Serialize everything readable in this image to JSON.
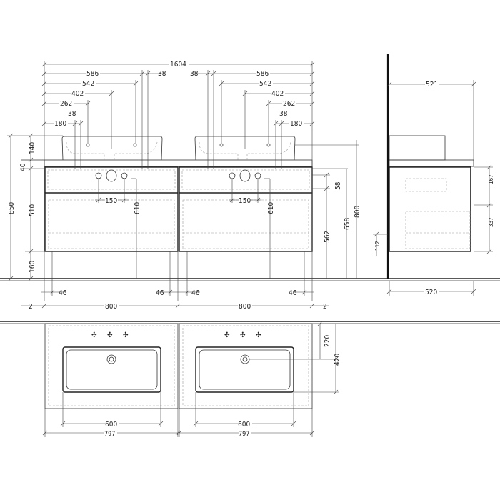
{
  "front_view": {
    "top_dims": {
      "overall": "1604",
      "l586": "586",
      "l38a": "38",
      "l542": "542",
      "l402": "402",
      "l262": "262",
      "l38b": "38",
      "l180": "180",
      "r586": "586",
      "r38a": "38",
      "r542": "542",
      "r402": "402",
      "r262": "262",
      "r38b": "38",
      "r180": "180"
    },
    "left_dims": {
      "h850": "850",
      "h140": "140",
      "h40": "40",
      "h510": "510",
      "h160": "160"
    },
    "inner_dims": {
      "l150": "150",
      "l610": "610",
      "r150": "150",
      "r610": "610",
      "h58": "58",
      "h562": "562",
      "h658": "658",
      "h800": "800"
    },
    "bottom_dims": {
      "a46": "46",
      "b46": "46",
      "c46": "46",
      "d46": "46",
      "l2": "2",
      "w800a": "800",
      "w800b": "800",
      "r2": "2"
    }
  },
  "side_view": {
    "d521": "521",
    "d520": "520",
    "h167": "167",
    "h337": "337",
    "h112": "112"
  },
  "plan_view": {
    "l600": "600",
    "l797": "797",
    "r600": "600",
    "r797": "797",
    "d220": "220",
    "d420": "420"
  }
}
